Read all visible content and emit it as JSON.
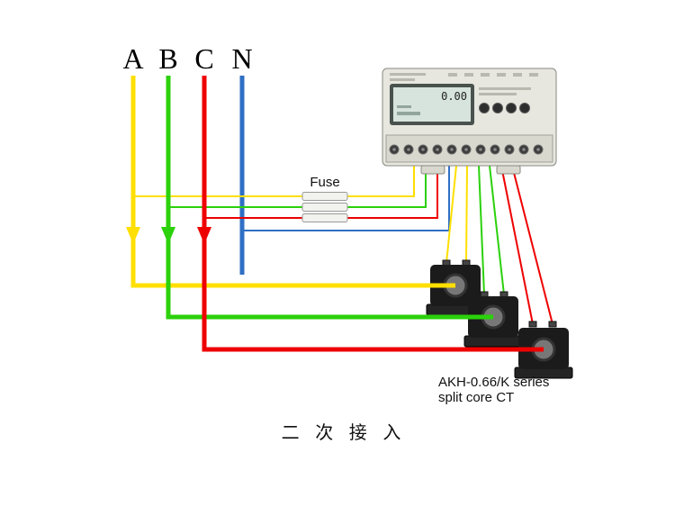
{
  "labels": {
    "phase_a": "A",
    "phase_b": "B",
    "phase_c": "C",
    "neutral": "N",
    "fuse": "Fuse",
    "ct_series_line1": "AKH-0.66/K  series",
    "ct_series_line2": "split core CT",
    "caption": "二 次 接 入"
  },
  "meter": {
    "display_value": "0.00"
  },
  "colors": {
    "phase_a": "#ffdf00",
    "phase_b": "#2bd10b",
    "phase_c": "#ee0000",
    "neutral": "#2f6fc4",
    "fuse_fill": "#f2f2ee",
    "ct_body": "#1b1b1b",
    "meter_body": "#e7e7df"
  }
}
